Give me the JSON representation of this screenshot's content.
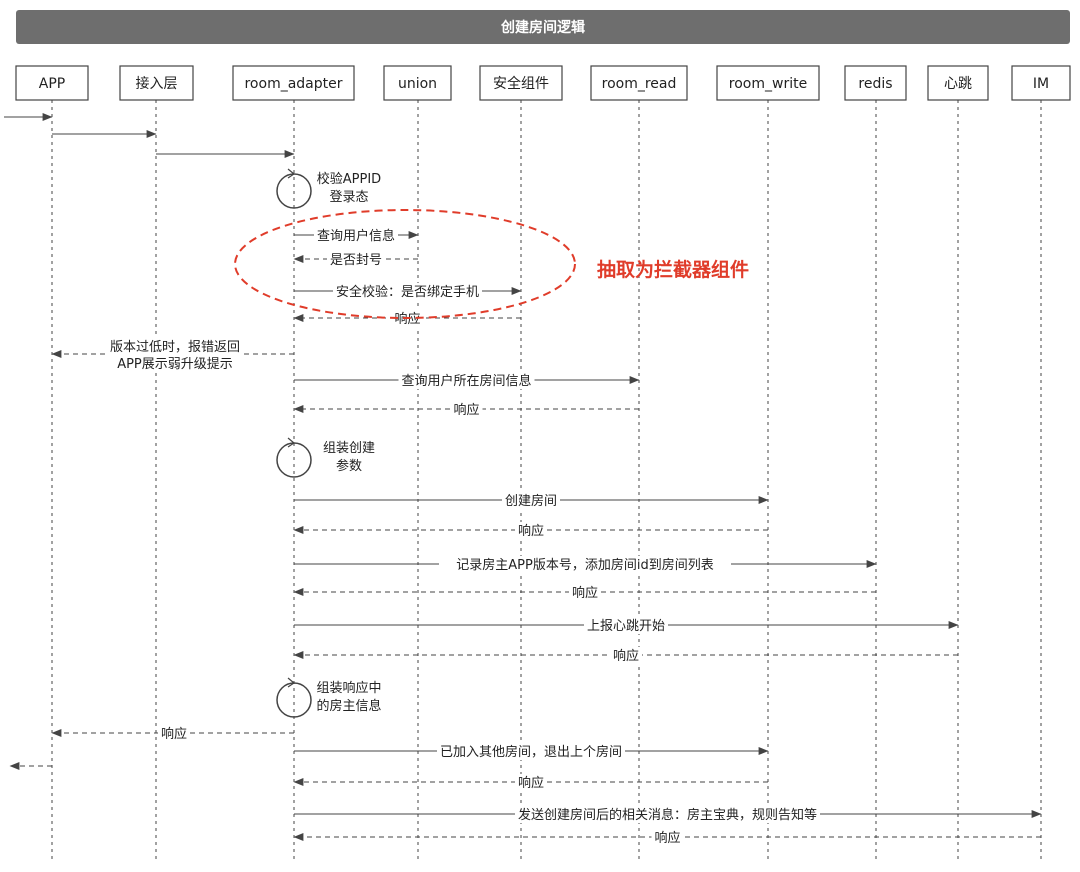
{
  "title": "创建房间逻辑",
  "participants": [
    {
      "id": "app",
      "label": "APP"
    },
    {
      "id": "access",
      "label": "接入层"
    },
    {
      "id": "room_adapter",
      "label": "room_adapter"
    },
    {
      "id": "union",
      "label": "union"
    },
    {
      "id": "security",
      "label": "安全组件"
    },
    {
      "id": "room_read",
      "label": "room_read"
    },
    {
      "id": "room_write",
      "label": "room_write"
    },
    {
      "id": "redis",
      "label": "redis"
    },
    {
      "id": "heartbeat",
      "label": "心跳"
    },
    {
      "id": "im",
      "label": "IM"
    }
  ],
  "messages": [
    {
      "from": "external",
      "to": "app",
      "label": "",
      "style": "solid"
    },
    {
      "from": "app",
      "to": "access",
      "label": "",
      "style": "solid"
    },
    {
      "from": "access",
      "to": "room_adapter",
      "label": "",
      "style": "solid"
    },
    {
      "from": "room_adapter",
      "to": "room_adapter",
      "label": "校验APPID\n登录态",
      "style": "self"
    },
    {
      "from": "room_adapter",
      "to": "union",
      "label": "查询用户信息",
      "style": "solid"
    },
    {
      "from": "union",
      "to": "room_adapter",
      "label": "是否封号",
      "style": "dashed"
    },
    {
      "from": "room_adapter",
      "to": "security",
      "label": "安全校验：是否绑定手机",
      "style": "solid"
    },
    {
      "from": "security",
      "to": "room_adapter",
      "label": "响应",
      "style": "dashed"
    },
    {
      "from": "room_adapter",
      "to": "app",
      "label": "版本过低时，报错返回\nAPP展示弱升级提示",
      "style": "dashed"
    },
    {
      "from": "room_adapter",
      "to": "room_read",
      "label": "查询用户所在房间信息",
      "style": "solid"
    },
    {
      "from": "room_read",
      "to": "room_adapter",
      "label": "响应",
      "style": "dashed"
    },
    {
      "from": "room_adapter",
      "to": "room_adapter",
      "label": "组装创建\n参数",
      "style": "self"
    },
    {
      "from": "room_adapter",
      "to": "room_write",
      "label": "创建房间",
      "style": "solid"
    },
    {
      "from": "room_write",
      "to": "room_adapter",
      "label": "响应",
      "style": "dashed"
    },
    {
      "from": "room_adapter",
      "to": "redis",
      "label": "记录房主APP版本号，添加房间id到房间列表",
      "style": "solid"
    },
    {
      "from": "redis",
      "to": "room_adapter",
      "label": "响应",
      "style": "dashed"
    },
    {
      "from": "room_adapter",
      "to": "heartbeat",
      "label": "上报心跳开始",
      "style": "solid"
    },
    {
      "from": "heartbeat",
      "to": "room_adapter",
      "label": "响应",
      "style": "dashed"
    },
    {
      "from": "room_adapter",
      "to": "room_adapter",
      "label": "组装响应中\n的房主信息",
      "style": "self"
    },
    {
      "from": "room_adapter",
      "to": "app",
      "label": "响应",
      "style": "dashed"
    },
    {
      "from": "app",
      "to": "external",
      "label": "",
      "style": "dashed"
    },
    {
      "from": "room_adapter",
      "to": "room_write",
      "label": "已加入其他房间，退出上个房间",
      "style": "solid"
    },
    {
      "from": "room_write",
      "to": "room_adapter",
      "label": "响应",
      "style": "dashed"
    },
    {
      "from": "room_adapter",
      "to": "im",
      "label": "发送创建房间后的相关消息：房主宝典，规则告知等",
      "style": "solid"
    },
    {
      "from": "im",
      "to": "room_adapter",
      "label": "响应",
      "style": "dashed"
    }
  ],
  "annotation": {
    "label": "抽取为拦截器组件",
    "color": "#e03c2a"
  },
  "colors": {
    "line": "#444444",
    "title_bg": "#6e6e6e",
    "highlight": "#e03c2a"
  }
}
